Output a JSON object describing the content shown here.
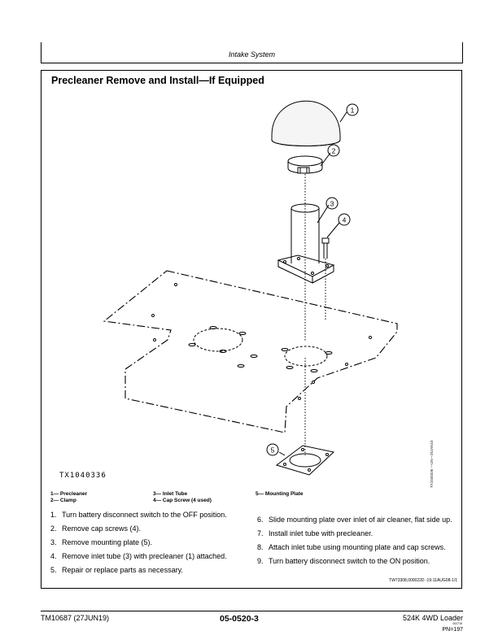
{
  "header": {
    "section_title": "Intake System"
  },
  "procedure": {
    "title": "Precleaner Remove and Install—If Equipped"
  },
  "figure": {
    "id": "TX1040336",
    "side_reference": "TX1040336 —UN—25JAN10",
    "callouts": [
      "1",
      "2",
      "3",
      "4",
      "5"
    ]
  },
  "legend": {
    "items": [
      "1— Precleaner",
      "2— Clamp",
      "3— Inlet Tube",
      "4— Cap Screw (4 used)",
      "5— Mounting Plate"
    ]
  },
  "steps": {
    "left": [
      {
        "num": "1.",
        "text": "Turn battery disconnect switch to the OFF position."
      },
      {
        "num": "2.",
        "text": "Remove cap screws (4)."
      },
      {
        "num": "3.",
        "text": "Remove mounting plate (5)."
      },
      {
        "num": "4.",
        "text": "Remove inlet tube (3) with precleaner (1) attached."
      },
      {
        "num": "5.",
        "text": "Repair or replace parts as necessary."
      }
    ],
    "right": [
      {
        "num": "6.",
        "text": "Slide mounting plate over inlet of air cleaner, flat side up."
      },
      {
        "num": "7.",
        "text": "Install inlet tube with precleaner."
      },
      {
        "num": "8.",
        "text": "Attach inlet tube using mounting plate and cap screws."
      },
      {
        "num": "9.",
        "text": "Turn battery disconnect switch to the ON position."
      }
    ]
  },
  "ref_code": "TW73308,000022D -19-11AUG08-1/1",
  "footer": {
    "left": "TM10687 (27JUN19)",
    "center": "05-0520-3",
    "right": "524K 4WD Loader",
    "right_small": "002719",
    "page": "PN=197"
  }
}
